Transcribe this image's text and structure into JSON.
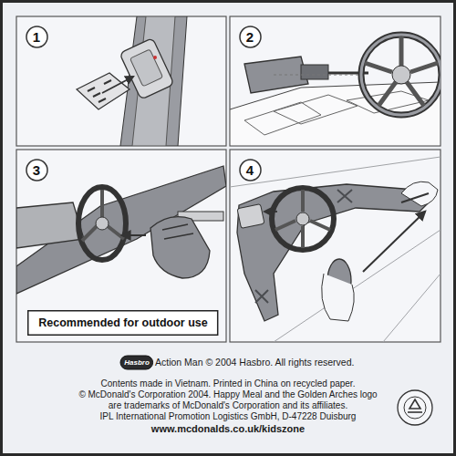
{
  "diagram": {
    "nodes": [
      {
        "text": [
          "1"
        ]
      },
      {
        "text": [
          "2"
        ]
      },
      {
        "text": [
          "3"
        ]
      },
      {
        "text": [
          "4"
        ]
      },
      {
        "text": [
          "Recommended for outdoor use"
        ]
      },
      {
        "text": [
          "Hasbro"
        ]
      }
    ],
    "labels": [
      "Action Man © 2004 Hasbro. All rights reserved.",
      "Contents made in Vietnam. Printed in China on recycled paper.",
      "© McDonald's Corporation 2004. Happy Meal and the Golden Arches logo",
      "are trademarks of McDonald's Corporation and its affiliates.",
      "IPL International Promotion Logistics GmbH, D-47228 Duisburg",
      "www.mcdonalds.co.uk/kidszone"
    ]
  }
}
